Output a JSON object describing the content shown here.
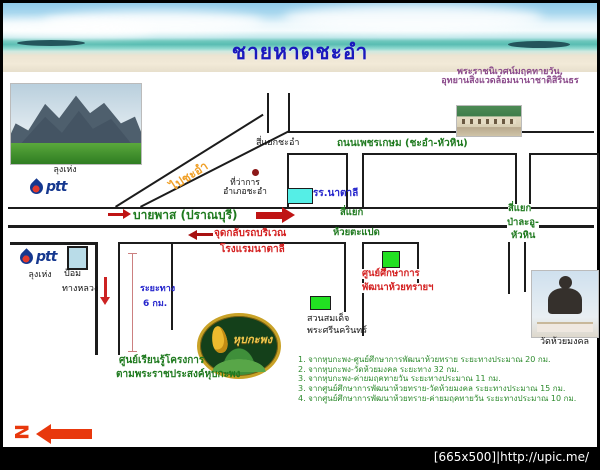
{
  "banner": {
    "title": "ชายหาดชะอำ"
  },
  "watermark": "[665x500]|http://upic.me/",
  "north": {
    "letter": "N"
  },
  "map": {
    "top_right_note": {
      "line1": "พระราชนิเวศน์มฤคทายวัน,",
      "line2": "อุทยานสิ่งแวดล้อมนานาชาติสิรินธร"
    },
    "ptt_top": {
      "brand": "ptt",
      "station": "ลุงเห่ง"
    },
    "ptt_bottom": {
      "brand": "ptt",
      "station": "ลุงเห่ง"
    },
    "labels": {
      "chaam_intersection": "สี่แยกชะอำ",
      "phetkasem_road": "ถนนเพชรเกษม (ชะอำ-หัวหิน)",
      "to_chaam": "ไปชะอำ",
      "district_office": {
        "line1": "ที่ว่าการ",
        "line2": "อำเภอชะอำ"
      },
      "natalie_school": "รร.นาตาลี",
      "bypass_road": "บายพาส (ปราณบุรี)",
      "uturn_point": {
        "line1": "จุดกลับรถบริเวณ",
        "line2": "โรงแรมนาตาลี"
      },
      "huai_tapad_intersection": {
        "line1": "สี่แยก",
        "line2": "ห้วยตะแปด"
      },
      "pala_u_intersection": {
        "line1": "สี่แยก",
        "line2": "ป่าละอู-",
        "line3": "หัวหิน"
      },
      "huai_sai_center": {
        "line1": "ศูนย์ศึกษาการ",
        "line2": "พัฒนาห้วยทรายฯ"
      },
      "somdet_park": {
        "line1": "สวนสมเด็จ",
        "line2": "พระศรีนครินทร์"
      },
      "police_box": {
        "line1": "ป้อม",
        "line2": "ทางหลวง"
      },
      "distance_marker": {
        "line1": "ระยะทาง",
        "line2": "6 กม."
      },
      "hub_kapong_logo": "หุบกะพง",
      "learning_center": {
        "line1": "ศูนย์เรียนรู้โครงการ",
        "line2": "ตามพระราชประสงค์หุบกะพง"
      },
      "wat_huay_mongkol": "วัดห้วยมงคล"
    },
    "distance_notes": [
      "1. จากหุบกะพง-ศูนย์ศึกษาการพัฒนาห้วยทราย ระยะทางประมาณ 20 กม.",
      "2. จากหุบกะพง-วัดห้วยมงคล ระยะทาง 32 กม.",
      "3. จากหุบกะพง-ค่ายมฤคทายวัน ระยะทางประมาณ 11 กม.",
      "3. จากศูนย์ศึกษาการพัฒนาห้วยทราย-วัดห้วยมงคล ระยะทางประมาณ 15 กม.",
      "4. จากศูนย์ศึกษาการพัฒนาห้วยทราย-ค่ายมฤคทายวัน ระยะทางประมาณ 10 กม."
    ],
    "colors": {
      "title_blue": "#1a18bd",
      "label_green": "#1f7a1f",
      "label_red": "#d42020",
      "label_blue": "#2525cc",
      "label_purple": "#8b4b8b",
      "to_chaam_orange": "#f0a028",
      "arrow_red": "#bf1414",
      "north_arrow": "#e8380d",
      "marker_green_box": "#22e022",
      "marker_cyan_box": "#55eee6",
      "ptt_blue": "#16388f"
    }
  }
}
